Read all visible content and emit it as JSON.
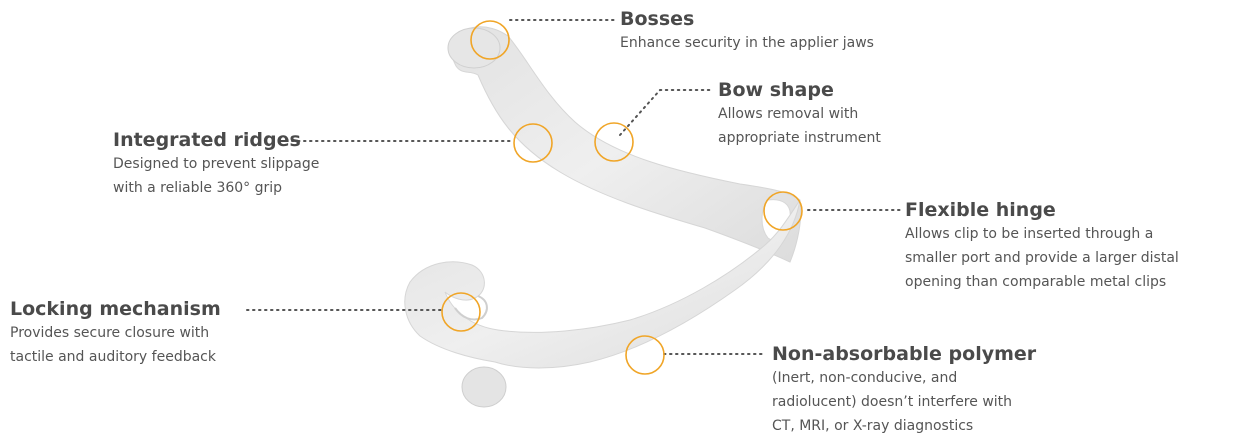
{
  "accent_color": "#f0a527",
  "dot_color": "#555555",
  "clip_color": "#ececec",
  "callouts": {
    "bosses": {
      "title": "Bosses",
      "desc": [
        "Enhance security in the applier jaws"
      ]
    },
    "bow_shape": {
      "title": "Bow shape",
      "desc": [
        "Allows removal with",
        "appropriate instrument"
      ]
    },
    "integrated_ridges": {
      "title": "Integrated ridges",
      "desc": [
        "Designed to prevent slippage",
        "with a reliable 360° grip"
      ]
    },
    "flexible_hinge": {
      "title": "Flexible hinge",
      "desc": [
        "Allows clip to be inserted through a",
        "smaller port and provide a larger distal",
        "opening than comparable metal clips"
      ]
    },
    "locking_mechanism": {
      "title": "Locking mechanism",
      "desc": [
        "Provides secure closure with",
        "tactile and auditory feedback"
      ]
    },
    "polymer": {
      "title": "Non-absorbable polymer",
      "desc": [
        "(Inert, non-conducive, and",
        "radiolucent) doesn’t interfere with",
        "CT, MRI, or X-ray diagnostics"
      ]
    }
  }
}
